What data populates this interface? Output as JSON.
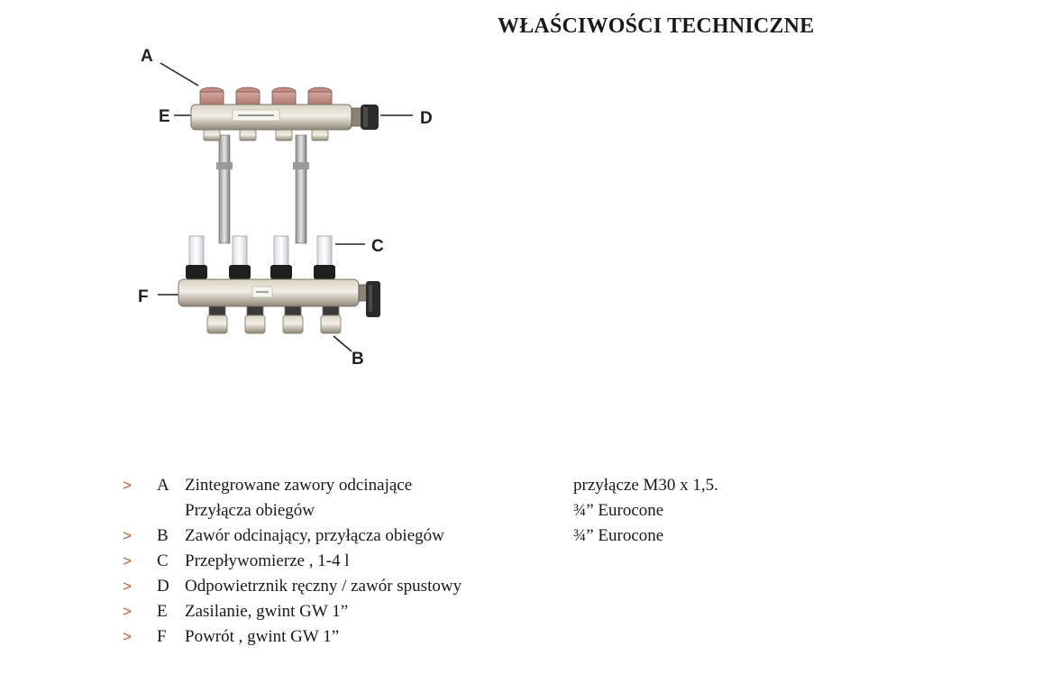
{
  "title": "WŁAŚCIWOŚCI TECHNICZNE",
  "figure": {
    "callouts": [
      "A",
      "E",
      "D",
      "C",
      "F",
      "B"
    ]
  },
  "specs": [
    {
      "marker": ">",
      "letter": "A",
      "description": "Zintegrowane zawory odcinające",
      "value": "przyłącze M30 x 1,5."
    },
    {
      "marker": "",
      "letter": "",
      "description": "Przyłącza obiegów",
      "value": "¾” Eurocone"
    },
    {
      "marker": ">",
      "letter": "B",
      "description": "Zawór odcinający, przyłącza obiegów",
      "value": "¾” Eurocone"
    },
    {
      "marker": ">",
      "letter": "C",
      "description": "Przepływomierze , 1-4 l",
      "value": ""
    },
    {
      "marker": ">",
      "letter": "D",
      "description": "Odpowietrznik ręczny / zawór spustowy",
      "value": ""
    },
    {
      "marker": ">",
      "letter": "E",
      "description": "Zasilanie, gwint GW 1”",
      "value": ""
    },
    {
      "marker": ">",
      "letter": "F",
      "description": "Powrót , gwint GW 1”",
      "value": ""
    }
  ]
}
